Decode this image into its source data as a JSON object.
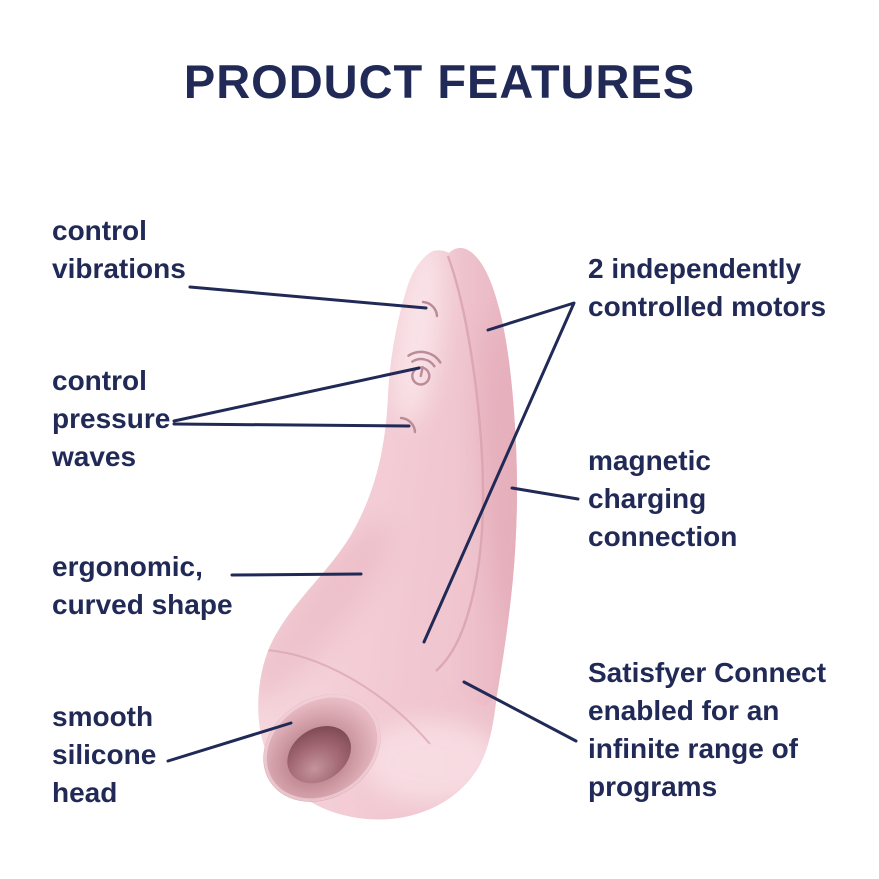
{
  "title": "PRODUCT FEATURES",
  "colors": {
    "text_navy": "#212a56",
    "line_navy": "#212a56",
    "body_pink": "#f4d3da",
    "fin_pink": "#ecbec9",
    "seam_pink": "#d9a2ae",
    "button_stroke": "#bb8b98",
    "opening_deep": "#6e3c44",
    "background": "#ffffff"
  },
  "callouts": {
    "control_vibrations": {
      "text": "control\nvibrations"
    },
    "control_pressure_waves": {
      "text": "control\npressure\nwaves"
    },
    "ergonomic_curved_shape": {
      "text": "ergonomic,\ncurved shape"
    },
    "smooth_silicone_head": {
      "text": "smooth\nsilicone\nhead"
    },
    "two_motors": {
      "text": "2 independently\ncontrolled motors"
    },
    "magnetic_charging": {
      "text": "magnetic\ncharging\nconnection"
    },
    "satisfyer_connect": {
      "text": "Satisfyer Connect\nenabled for an\ninfinite range of\nprograms"
    }
  },
  "icons": {
    "power_wave": "power-button with pressure-wave arcs",
    "button_dash_upper": "vibration control button",
    "button_dash_lower": "pressure-wave control button"
  }
}
